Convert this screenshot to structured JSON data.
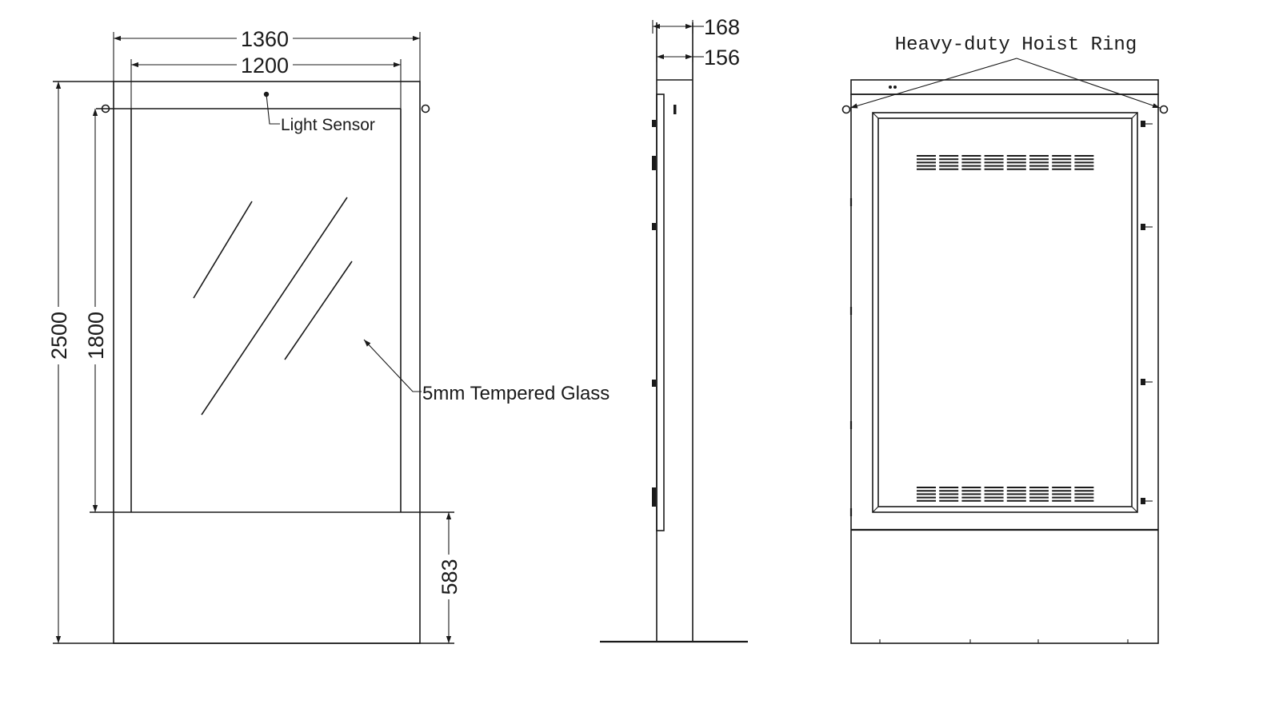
{
  "front_view": {
    "dim_overall_width": "1360",
    "dim_screen_width": "1200",
    "dim_overall_height": "2500",
    "dim_screen_height": "1800",
    "dim_base_height": "583",
    "label_light_sensor": "Light Sensor",
    "label_glass": "5mm Tempered Glass"
  },
  "side_view": {
    "dim_depth_outer": "168",
    "dim_depth_inner": "156"
  },
  "rear_view": {
    "label_hoist_ring": "Heavy-duty Hoist Ring"
  }
}
